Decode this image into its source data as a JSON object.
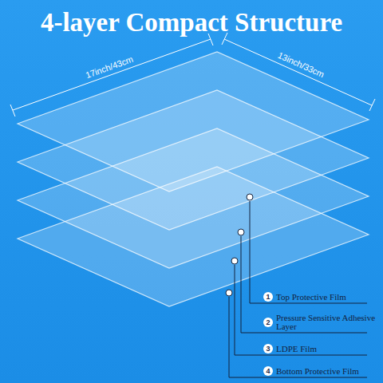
{
  "diagram": {
    "title": "4-layer Compact Structure",
    "nodes": [
      {
        "text": [
          "1",
          "Top Protective Film"
        ]
      },
      {
        "text": [
          "2",
          "Pressure Sensitive Adhesive Layer"
        ]
      },
      {
        "text": [
          "3",
          "LDPE Film"
        ]
      },
      {
        "text": [
          "4",
          "Bottom Protective Film"
        ]
      }
    ],
    "labels": [
      "17inch/43cm",
      "13inch/33cm"
    ]
  }
}
